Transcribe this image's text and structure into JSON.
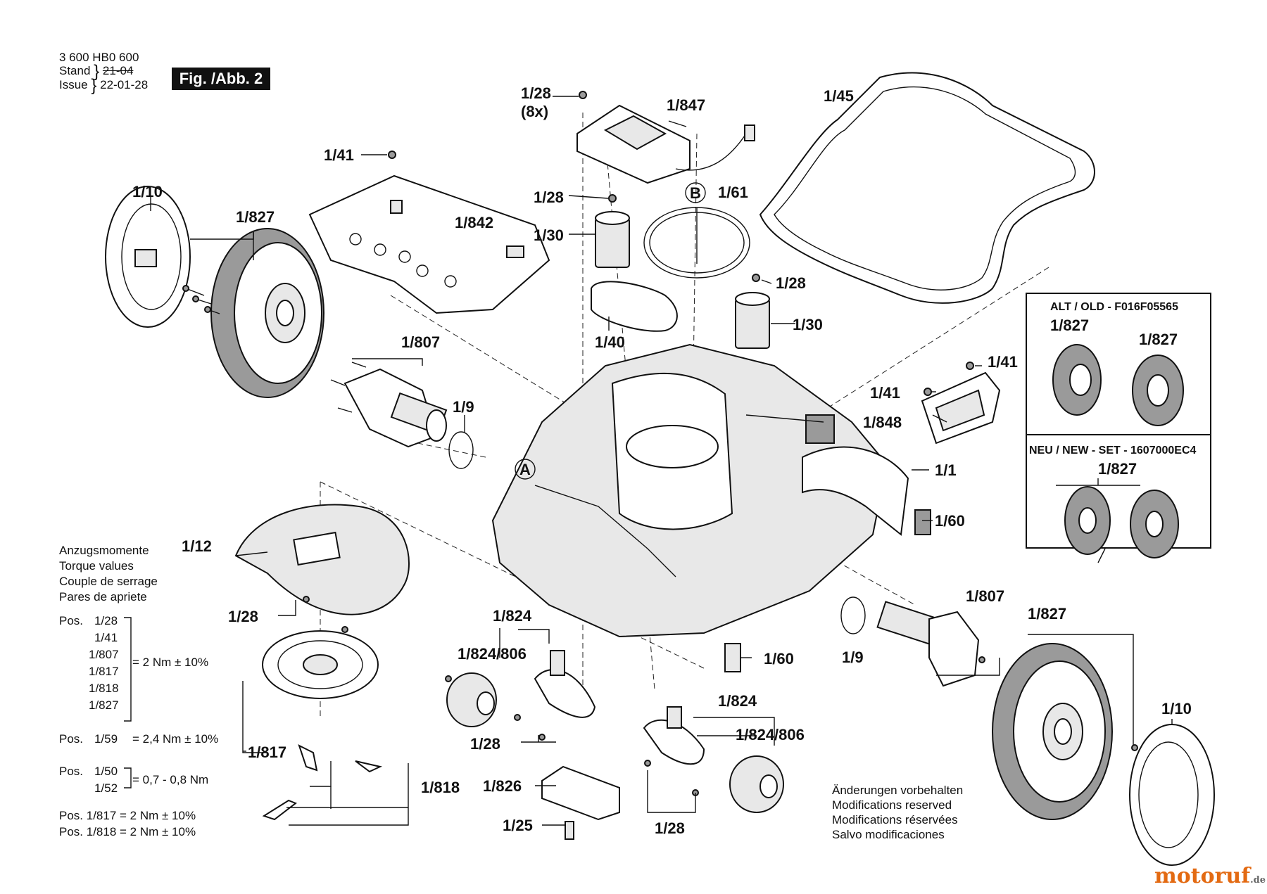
{
  "header": {
    "doc_number": "3 600 HB0 600",
    "stand_label": "Stand",
    "issue_label": "Issue",
    "stand_value": "21-04",
    "issue_value": "22-01-28",
    "figure_badge": "Fig. /Abb. 2"
  },
  "labels": {
    "l_1_28_top": "1/28",
    "l_8x": "(8x)",
    "l_1_847": "1/847",
    "l_1_45": "1/45",
    "l_1_41_a": "1/41",
    "l_1_10_left": "1/10",
    "l_1_827_left": "1/827",
    "l_1_842": "1/842",
    "l_1_28_b": "1/28",
    "l_B": "B",
    "l_1_61": "1/61",
    "l_1_30_a": "1/30",
    "l_1_28_c": "1/28",
    "l_1_30_b": "1/30",
    "l_1_40": "1/40",
    "l_1_807_left": "1/807",
    "l_1_9_left": "1/9",
    "l_1_41_b": "1/41",
    "l_1_41_c": "1/41",
    "l_1_848": "1/848",
    "l_A": "A",
    "l_1_1": "1/1",
    "l_1_60_a": "1/60",
    "l_1_12": "1/12",
    "l_1_28_d": "1/28",
    "l_1_824_a": "1/824",
    "l_1_824_806_a": "1/824/806",
    "l_1_60_b": "1/60",
    "l_1_807_right": "1/807",
    "l_1_9_right": "1/9",
    "l_1_827_right": "1/827",
    "l_1_817": "1/817",
    "l_1_28_e": "1/28",
    "l_1_824_b": "1/824",
    "l_1_824_806_b": "1/824/806",
    "l_1_818": "1/818",
    "l_1_826": "1/826",
    "l_1_25": "1/25",
    "l_1_28_f": "1/28",
    "l_1_10_right": "1/10"
  },
  "alt_box": {
    "old_title": "ALT / OLD - F016F05565",
    "old_label_1": "1/827",
    "old_label_2": "1/827",
    "new_title": "NEU / NEW - SET - 1607000EC4",
    "new_label": "1/827"
  },
  "torque": {
    "heading_de": "Anzugsmomente",
    "heading_en": "Torque values",
    "heading_fr": "Couple de serrage",
    "heading_es": "Pares de apriete",
    "pos": "Pos.",
    "group1_items": [
      "1/28",
      "1/41",
      "1/807",
      "1/817",
      "1/818",
      "1/827"
    ],
    "group1_value": "= 2 Nm ± 10%",
    "group2_item": "1/59",
    "group2_value": "= 2,4 Nm ± 10%",
    "group3_items": [
      "1/50",
      "1/52"
    ],
    "group3_value": "= 0,7 - 0,8 Nm",
    "row4": "Pos. 1/817 = 2 Nm ± 10%",
    "row5": "Pos. 1/818 = 2 Nm ± 10%"
  },
  "modifications": {
    "de": "Änderungen vorbehalten",
    "en": "Modifications reserved",
    "fr": "Modifications réservées",
    "es": "Salvo modificaciones"
  },
  "logo": {
    "text": "motoruf",
    "suffix": ".de"
  }
}
